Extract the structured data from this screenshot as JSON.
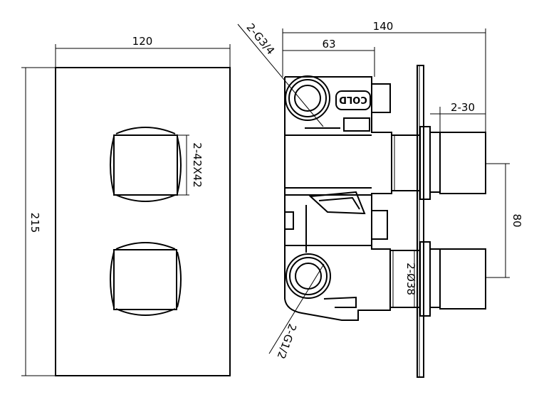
{
  "drawing": {
    "front_view": {
      "width_label": "120",
      "height_label": "215",
      "handle_label": "2-42X42"
    },
    "side_view": {
      "depth_label": "140",
      "body_label": "63",
      "handle_offset_label": "2-30",
      "centres_label": "80",
      "shank_label": "2-Ø38",
      "inlet_label": "2-G3/4",
      "outlet_label": "2-G1/2",
      "cold_marking": "COLD"
    }
  }
}
